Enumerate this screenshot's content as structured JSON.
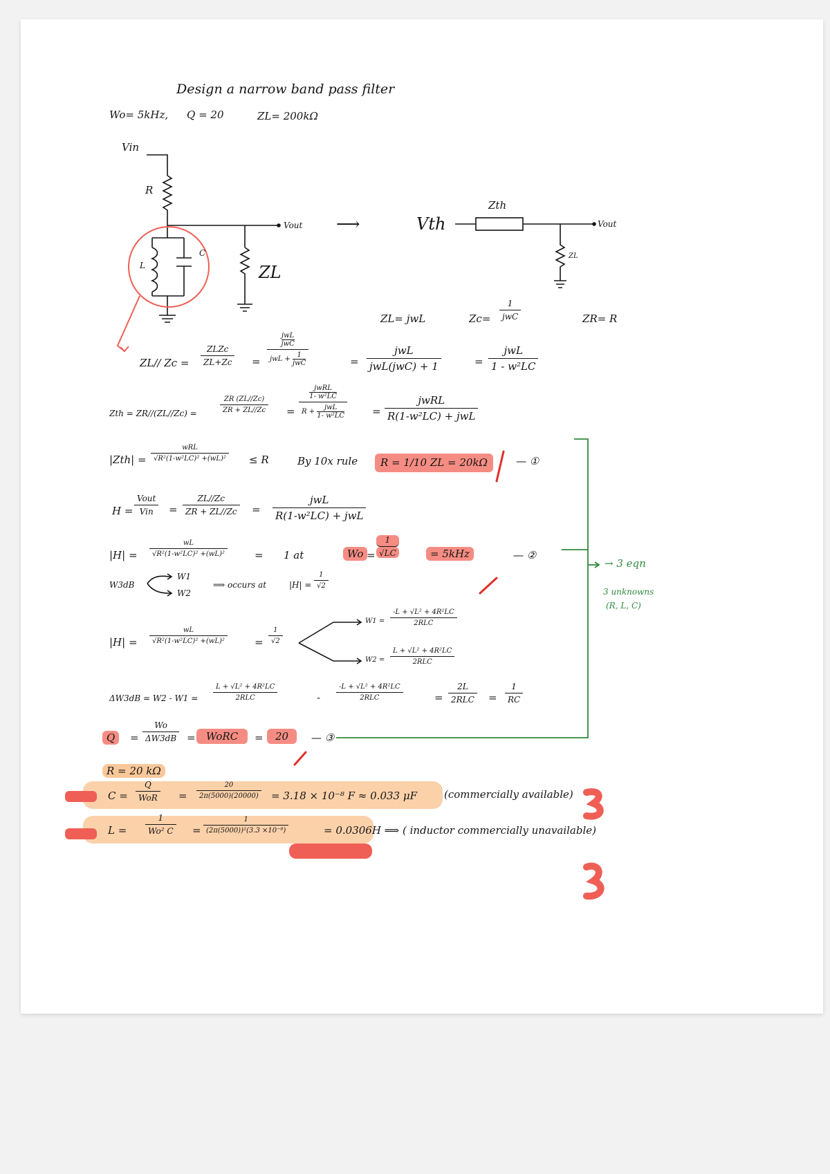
{
  "title": "Design a narrow band pass filter",
  "specs": {
    "w0": "Wo= 5kHz,",
    "q": "Q = 20",
    "zl": "ZL= 200kΩ"
  },
  "circuit": {
    "vin": "Vin",
    "r": "R",
    "l": "L",
    "c": "C",
    "vout": "Vout",
    "zl": "ZL",
    "arrow": "⟶",
    "vth": "Vth",
    "zth": "Zth",
    "vout2": "Vout",
    "zl2": "ZL"
  },
  "impedances": {
    "zl_prefix": "ZL=",
    "zl_expr": "jwL",
    "zc_prefix": "Zc=",
    "zc_num": "1",
    "zc_den": "jwC",
    "zr": "ZR= R"
  },
  "eq_parallel": {
    "lhs": "ZL// Zc =",
    "f1_num": "ZLZc",
    "f1_den": "ZL+Zc",
    "eq": "=",
    "f2_num_num": "jwL",
    "f2_num_den": "jwC",
    "f2_den_a": "jwL +",
    "f2_den_b_num": "1",
    "f2_den_b_den": "jwC",
    "eq2": "=",
    "f3_num": "jwL",
    "f3_den": "jwL(jwC) + 1",
    "eq3": "=",
    "f4_num": "jwL",
    "f4_den": "1 - w²LC"
  },
  "eq_zth": {
    "lhs": "Zth = ZR//(ZL//Zc) =",
    "f1_num": "ZR (ZL//Zc)",
    "f1_den": "ZR + ZL//Zc",
    "eq": "=",
    "f2_num_num": "jwRL",
    "f2_num_den": "1- w²LC",
    "f2_den_a": "R +",
    "f2_den_b_num": "jwL",
    "f2_den_b_den": "1- w²LC",
    "eq2": "=",
    "f3_num": "jwRL",
    "f3_den": "R(1-w²LC) + jwL"
  },
  "eq_mag": {
    "lhs": "|Zth| =",
    "num": "wRL",
    "den": "√R²(1-w²LC)² +(wL)²",
    "rel": "≤ R",
    "rule": "By 10x rule",
    "highlight": "R = 1/10 ZL = 20kΩ",
    "tag": "— ①"
  },
  "eq_h": {
    "lhs": "H =",
    "f1_num": "Vout",
    "f1_den": "Vin",
    "eq": "=",
    "f2_num": "ZL//Zc",
    "f2_den": "ZR + ZL//Zc",
    "eq2": "=",
    "f3_num": "jwL",
    "f3_den": "R(1-w²LC) + jwL"
  },
  "eq_hmag": {
    "lhs": "|H| =",
    "num": "wL",
    "den": "√R²(1-w²LC)² +(wL)²",
    "eq": "=",
    "rhs": "1 at",
    "w0": "Wo",
    "eq2": "=",
    "frac_num": "1",
    "frac_den": "√LC",
    "result": "= 5kHz",
    "tag": "— ②"
  },
  "bandwidth": {
    "w3db": "W3dB",
    "w1": "W1",
    "w2": "W2",
    "occurs": "⟹ occurs at",
    "h": "|H| =",
    "num": "1",
    "den": "√2"
  },
  "eq_hmag2": {
    "lhs": "|H| =",
    "num": "wL",
    "den": "√R²(1-w²LC)² +(wL)²",
    "eq": "=",
    "rhs_num": "1",
    "rhs_den": "√2",
    "w1": "W1 =",
    "w1_num": "-L + √L² + 4R²LC",
    "w1_den": "2RLC",
    "w2": "W2 =",
    "w2_num": "L + √L² + 4R²LC",
    "w2_den": "2RLC"
  },
  "eq_delta": {
    "lhs": "ΔW3dB = W2 - W1 =",
    "f1_num": "L + √L² + 4R²LC",
    "f1_den": "2RLC",
    "minus": "-",
    "f2_num": "-L + √L² + 4R²LC",
    "f2_den": "2RLC",
    "eq": "=",
    "f3_num": "2L",
    "f3_den": "2RLC",
    "eq2": "=",
    "f4_num": "1",
    "f4_den": "RC"
  },
  "eq_q": {
    "lhs": "Q",
    "eq": "=",
    "num": "Wo",
    "den": "ΔW3dB",
    "eq2": "=",
    "mid": "WoRC",
    "eq3": "=",
    "rhs": "20",
    "tag": "— ③"
  },
  "system": {
    "summary": "→ 3 eqn",
    "unknowns": "3 unknowns",
    "vars": "(R, L, C)"
  },
  "results": {
    "r": "R = 20 kΩ",
    "c_lhs": "C =",
    "c_num": "Q",
    "c_den": "WoR",
    "c_eq": "=",
    "c_num2": "20",
    "c_den2": "2π(5000)(20000)",
    "c_val": "= 3.18 × 10⁻⁸ F ≈ 0.033 μF",
    "c_note": "(commercially available)",
    "l_lhs": "L =",
    "l_num": "1",
    "l_den": "Wo² C",
    "l_eq": "=",
    "l_num2": "1",
    "l_den2": "(2π(5000))²(3.3 ×10⁻⁸)",
    "l_val": "= 0.0306H ⟹",
    "l_note": "( inductor commercially unavailable)"
  },
  "colors": {
    "highlight": "#f26c60",
    "band": "#f8b576",
    "green": "#2f8a3e",
    "ink": "#141414"
  }
}
